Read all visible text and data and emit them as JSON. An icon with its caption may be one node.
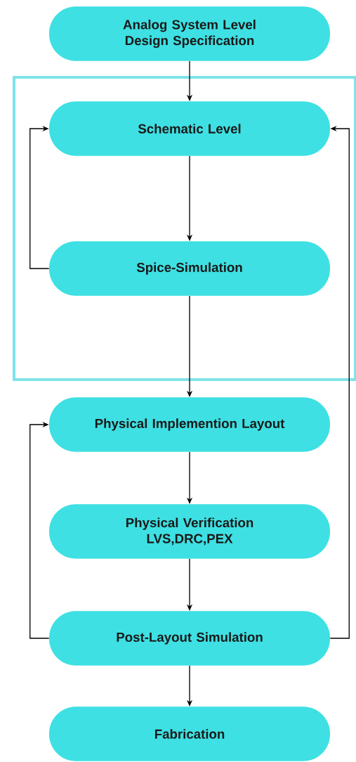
{
  "diagram": {
    "nodes": [
      {
        "text": [
          "Analog System Level Design Specification"
        ]
      },
      {
        "text": [],
        "shape": "box"
      },
      {
        "text": [
          "Schematic Level"
        ],
        "in": 1
      },
      {
        "text": [
          "Spice-Simulation"
        ],
        "in": 1
      },
      {
        "text": [
          "Physical Implemention Layout"
        ]
      },
      {
        "text": [
          "Physical Verification LVS,DRC,PEX"
        ]
      },
      {
        "text": [
          "Post-Layout Simulation"
        ]
      },
      {
        "text": [
          "Fabrication"
        ]
      }
    ],
    "edges": [
      {
        "from": 0,
        "to": 2,
        "arrow": "to"
      },
      {
        "from": 2,
        "to": 3,
        "arrow": "to"
      },
      {
        "from": 3,
        "to": 2,
        "arrow": "to"
      },
      {
        "from": 3,
        "to": 4,
        "arrow": "to"
      },
      {
        "from": 4,
        "to": 5,
        "arrow": "to"
      },
      {
        "from": 5,
        "to": 6,
        "arrow": "to"
      },
      {
        "from": 6,
        "to": 4,
        "arrow": "to"
      },
      {
        "from": 6,
        "to": 2,
        "arrow": "to"
      },
      {
        "from": 6,
        "to": 7,
        "arrow": "to"
      }
    ]
  }
}
